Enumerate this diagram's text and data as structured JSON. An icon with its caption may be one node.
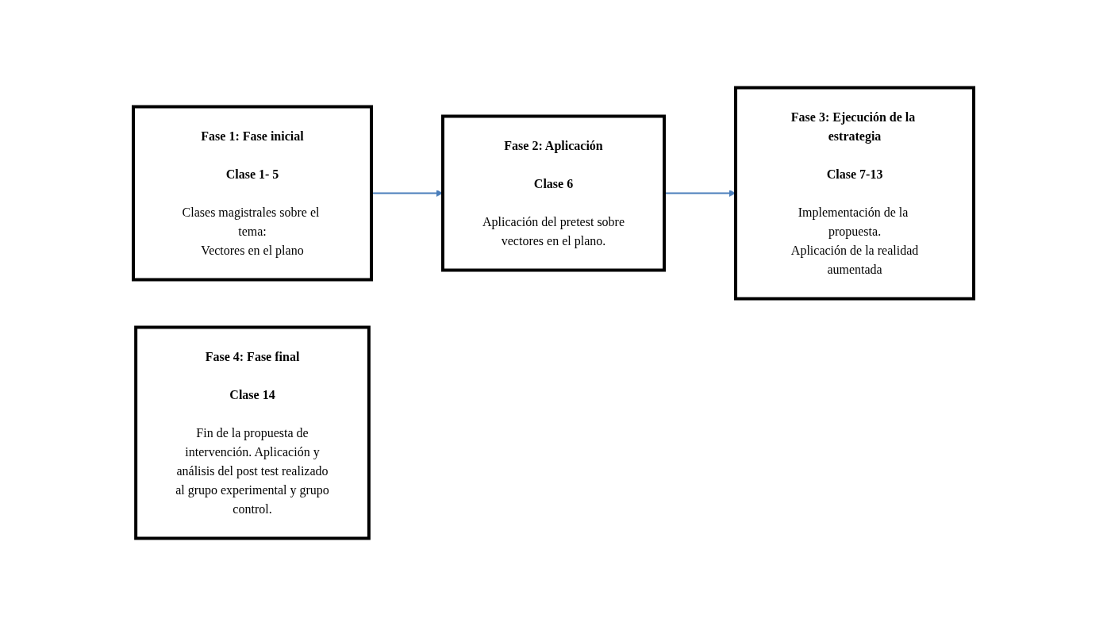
{
  "diagram": {
    "nodes": [
      {
        "text": [
          "Fase 1: Fase inicial",
          "Clase 1- 5",
          "Clases magistrales sobre el tema: Vectores en el plano"
        ]
      },
      {
        "text": [
          "Fase 2: Aplicación",
          "Clase 6",
          "Aplicación del pretest sobre vectores en el plano."
        ]
      },
      {
        "text": [
          "Fase 3: Ejecución de la estrategia",
          "Clase 7-13",
          "Implementación de la propuesta. Aplicación de la realidad aumentada"
        ]
      },
      {
        "text": [
          "Fase 4: Fase final",
          "Clase 14",
          "Fin de la propuesta de intervención. Aplicación y análisis del post test realizado al grupo experimental y grupo control."
        ]
      }
    ],
    "edges": [
      {
        "from": 0,
        "to": 1,
        "arrow": "to"
      },
      {
        "from": 1,
        "to": 2,
        "arrow": "to"
      }
    ]
  }
}
